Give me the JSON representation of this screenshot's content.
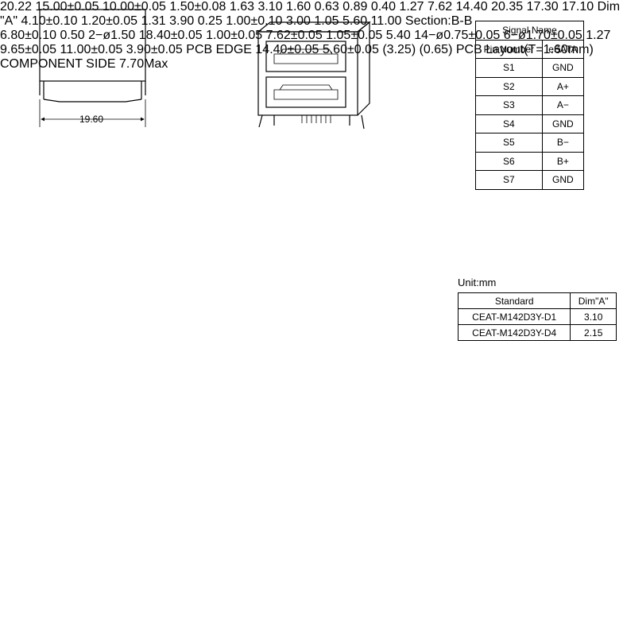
{
  "signal_table": {
    "title": "Signal  Name",
    "col_pin": "Pin Number",
    "col_signal": "eSATA",
    "rows": [
      {
        "pin": "S1",
        "signal": "GND"
      },
      {
        "pin": "S2",
        "signal": "A+"
      },
      {
        "pin": "S3",
        "signal": "A−"
      },
      {
        "pin": "S4",
        "signal": "GND"
      },
      {
        "pin": "S5",
        "signal": "B−"
      },
      {
        "pin": "S6",
        "signal": "B+"
      },
      {
        "pin": "S7",
        "signal": "GND"
      }
    ]
  },
  "unit_label": "Unit:mm",
  "part_table": {
    "col_standard": "Standard",
    "col_dim": "Dim\"A\"",
    "rows": [
      {
        "part": "CEAT-M142D3Y-D1",
        "dim": "3.10"
      },
      {
        "part": "CEAT-M142D3Y-D4",
        "dim": "2.15"
      }
    ]
  },
  "dims": {
    "top_width": "19.60",
    "front_width": "20.22",
    "pitch_15": "15.00±0.05",
    "pitch_10": "10.00±0.05",
    "h_150": "1.50±0.08",
    "h_163": "1.63",
    "h_310": "3.10",
    "h_160": "1.60",
    "d_063": "0.63",
    "d_089": "0.89",
    "d_040": "0.40",
    "d_127": "1.27",
    "d_762": "7.62",
    "d_1440": "14.40",
    "d_2035": "20.35",
    "sec_1730": "17.30",
    "sec_410": "4.10±0.10",
    "sec_120": "1.20±0.05",
    "sec_dimA": "Dim \"A\"",
    "sec_1710": "17.10",
    "sec_131": "1.31",
    "sec_390": "3.90",
    "sec_025": "0.25",
    "sec_100": "1.00±0.10",
    "sec_105": "1.05",
    "sec_300": "3.00",
    "sec_560": "5.60",
    "sec_1100": "11.00",
    "section_label": "Section:B-B",
    "bv_680": "6.80±0.10",
    "bv_050": "0.50",
    "bv_hole": "2−ø1.50",
    "pcb_1840": "18.40±0.05",
    "pcb_762": "7.62±0.05",
    "pcb_100": "1.00±0.05",
    "pcb_105": "1.05±0.05",
    "pcb_540": "5.40",
    "pcb_holes14": "14−ø0.75±0.05",
    "pcb_holes6": "6−ø1.70±0.05",
    "pcb_390": "3.90±0.05",
    "pcb_1100": "11.00±0.05",
    "pcb_965": "9.65±0.05",
    "pcb_127": "1.27",
    "pcb_1440": "14.40±0.05",
    "pcb_560": "5.60±0.05",
    "pcb_325": "(3.25)",
    "pcb_065": "(0.65)",
    "pcb_edge": "PCB EDGE",
    "pcb_layout": "PCB Layout(T=1.60mm)",
    "component_side": "COMPONENT SIDE",
    "plug_770": "7.70Max"
  }
}
